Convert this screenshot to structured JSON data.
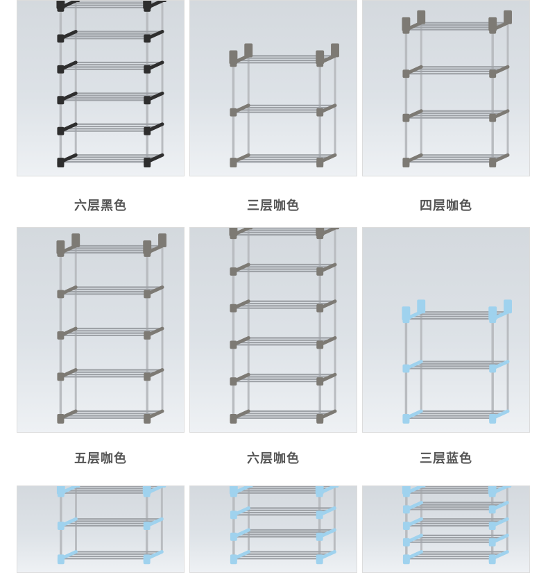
{
  "products": [
    {
      "label": "六层黑色",
      "shelves": 6,
      "color": "#2e2e2e"
    },
    {
      "label": "三层咖色",
      "shelves": 3,
      "color": "#7d7a74"
    },
    {
      "label": "四层咖色",
      "shelves": 4,
      "color": "#7d7a74"
    },
    {
      "label": "五层咖色",
      "shelves": 5,
      "color": "#7d7a74"
    },
    {
      "label": "六层咖色",
      "shelves": 6,
      "color": "#7d7a74"
    },
    {
      "label": "三层蓝色",
      "shelves": 3,
      "color": "#9fd2ee"
    },
    {
      "shelves": 3,
      "color": "#9fd2ee"
    },
    {
      "shelves": 4,
      "color": "#9fd2ee"
    },
    {
      "shelves": 5,
      "color": "#9fd2ee"
    }
  ]
}
